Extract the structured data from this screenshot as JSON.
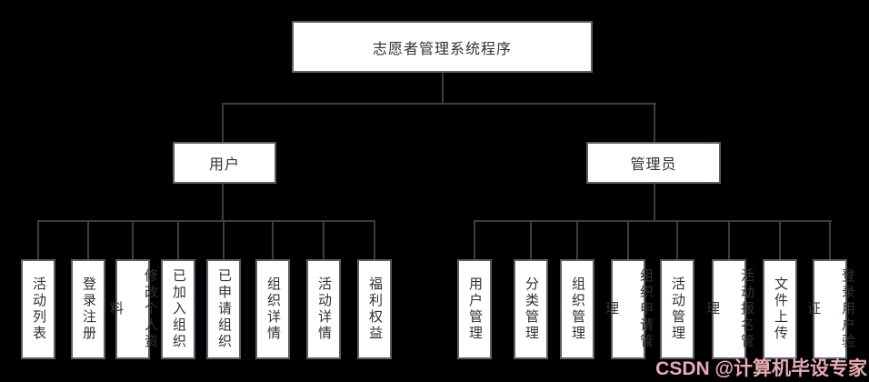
{
  "diagram": {
    "root": {
      "label": "志愿者管理系统程序"
    },
    "branches": [
      {
        "label": "用户",
        "children": [
          {
            "label": "活动列表"
          },
          {
            "label": "登录注册"
          },
          {
            "label": "修改个人资料"
          },
          {
            "label": "已加入组织"
          },
          {
            "label": "已申请组织"
          },
          {
            "label": "组织详情"
          },
          {
            "label": "活动详情"
          },
          {
            "label": "福利权益"
          }
        ]
      },
      {
        "label": "管理员",
        "children": [
          {
            "label": "用户管理"
          },
          {
            "label": "分类管理"
          },
          {
            "label": "组织管理"
          },
          {
            "label": "组织申请管理"
          },
          {
            "label": "活动管理"
          },
          {
            "label": "活动报名管理"
          },
          {
            "label": "文件上传"
          },
          {
            "label": "登录用户验证"
          }
        ]
      }
    ]
  },
  "watermark": {
    "text": "CSDN @计算机毕设专家"
  },
  "colors": {
    "background": "#000000",
    "box_fill": "#ffffff",
    "box_border": "#5a5f66",
    "connector_line": "#3a3d42",
    "text": "#2f3237",
    "watermark_pink": "#e8aab4"
  }
}
